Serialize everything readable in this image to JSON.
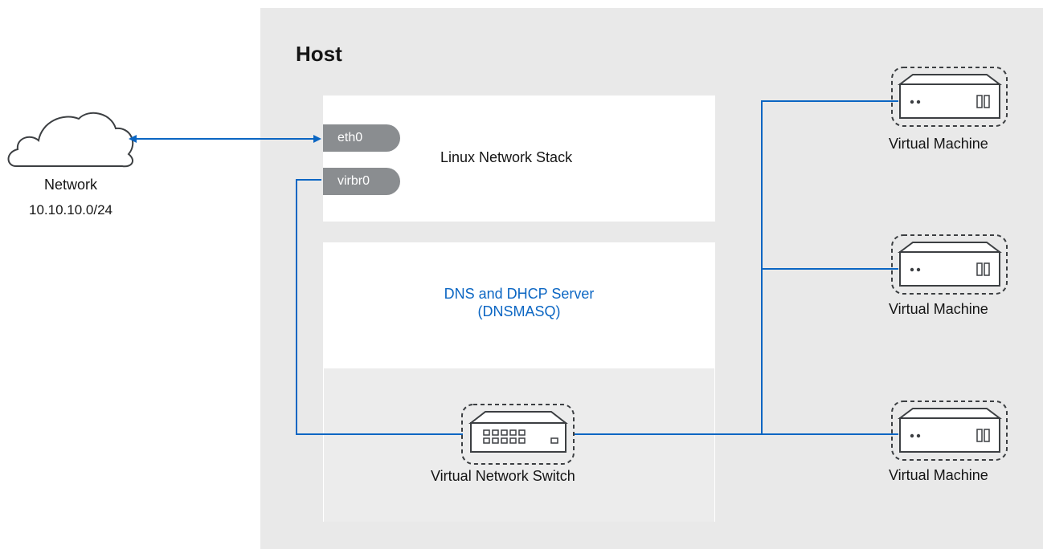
{
  "host": {
    "title": "Host"
  },
  "network": {
    "name": "Network",
    "subnet": "10.10.10.0/24"
  },
  "interfaces": {
    "eth0": "eth0",
    "virbr0": "virbr0"
  },
  "stack": {
    "label": "Linux Network Stack"
  },
  "dns": {
    "line1": "DNS and DHCP Server",
    "line2": "(DNSMASQ)"
  },
  "switch": {
    "label": "Virtual Network Switch"
  },
  "vms": [
    {
      "label": "Virtual Machine"
    },
    {
      "label": "Virtual Machine"
    },
    {
      "label": "Virtual Machine"
    }
  ],
  "colors": {
    "link": "#0b66c3",
    "host_bg": "#e9e9e9",
    "iface_bg": "#8a8d90",
    "icon_stroke": "#3c3f42"
  },
  "icons": [
    "cloud-icon",
    "server-icon",
    "network-switch-icon"
  ]
}
